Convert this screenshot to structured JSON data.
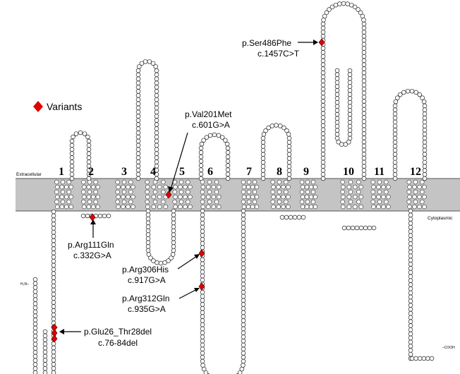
{
  "legend": {
    "label": "Variants",
    "marker_color": "#e00000"
  },
  "regions": {
    "extracellular": "Extracellular",
    "cytoplasmic": "Cytoplasmic"
  },
  "termini": {
    "n": "H₂N–",
    "c": "–COOH"
  },
  "helices": [
    "1",
    "2",
    "3",
    "4",
    "5",
    "6",
    "7",
    "8",
    "9",
    "10",
    "11",
    "12"
  ],
  "variants": [
    {
      "protein": "p.Ser486Phe",
      "cdna": "c.1457C>T"
    },
    {
      "protein": "p.Val201Met",
      "cdna": "c.601G>A"
    },
    {
      "protein": "p.Arg111Gln",
      "cdna": "c.332G>A"
    },
    {
      "protein": "p.Arg306His",
      "cdna": "c.917G>A"
    },
    {
      "protein": "p.Arg312Gln",
      "cdna": "c.935G>A"
    },
    {
      "protein": "p.Glu26_Thr28del",
      "cdna": "c.76-84del"
    }
  ],
  "colors": {
    "membrane": "#c4c4c4",
    "variant": "#e00000"
  }
}
